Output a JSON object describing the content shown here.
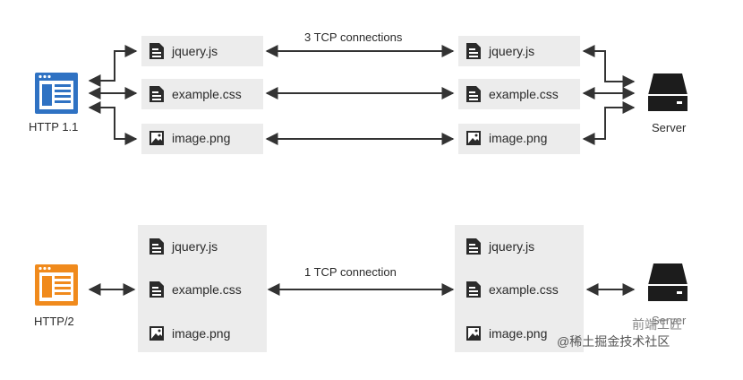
{
  "http11": {
    "client_label": "HTTP 1.1",
    "connection_label": "3 TCP connections",
    "server_label": "Server",
    "client_files": [
      {
        "name": "jquery.js",
        "icon": "document-icon"
      },
      {
        "name": "example.css",
        "icon": "document-icon"
      },
      {
        "name": "image.png",
        "icon": "image-icon"
      }
    ],
    "server_files": [
      {
        "name": "jquery.js",
        "icon": "document-icon"
      },
      {
        "name": "example.css",
        "icon": "document-icon"
      },
      {
        "name": "image.png",
        "icon": "image-icon"
      }
    ],
    "browser_color": "#2f72c3"
  },
  "http2": {
    "client_label": "HTTP/2",
    "connection_label": "1 TCP connection",
    "server_label": "Server",
    "client_files": [
      {
        "name": "jquery.js",
        "icon": "document-icon"
      },
      {
        "name": "example.css",
        "icon": "document-icon"
      },
      {
        "name": "image.png",
        "icon": "image-icon"
      }
    ],
    "server_files": [
      {
        "name": "jquery.js",
        "icon": "document-icon"
      },
      {
        "name": "example.css",
        "icon": "document-icon"
      },
      {
        "name": "image.png",
        "icon": "image-icon"
      }
    ],
    "browser_color": "#f08a1c"
  },
  "watermark": {
    "text": "@稀土掘金技术社区",
    "overlay": "前端工匠"
  },
  "colors": {
    "box": "#ececec",
    "arrow": "#333333",
    "server": "#1c1c1c"
  }
}
